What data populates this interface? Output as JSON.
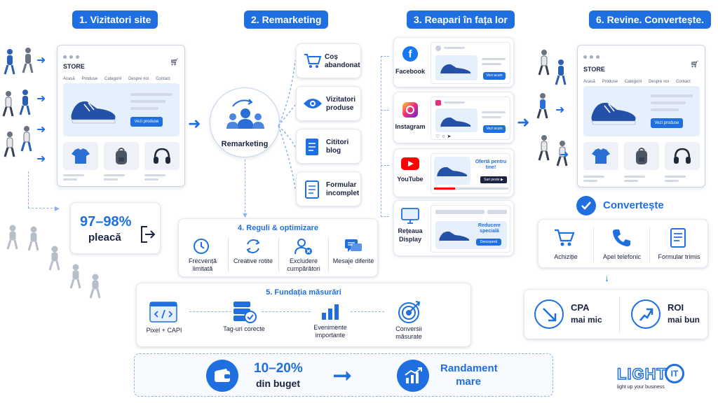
{
  "steps": {
    "s1": "1. Vizitatori site",
    "s2": "2. Remarketing",
    "s3": "3. Reapari în fața lor",
    "s6": "6. Revine. Convertește."
  },
  "store": {
    "name": "STORE",
    "nav": [
      "Acasă",
      "Produse",
      "Categorii",
      "Despre noi",
      "Contact"
    ],
    "cta": "Vezi produse"
  },
  "leave": {
    "percent": "97–98%",
    "text": "pleacă"
  },
  "remarketing": {
    "label": "Remarketing"
  },
  "audiences": [
    {
      "label": "Coș abandonat",
      "icon": "cart-icon"
    },
    {
      "label": "Vizitatori produse",
      "icon": "eye-icon"
    },
    {
      "label": "Cititori blog",
      "icon": "document-icon"
    },
    {
      "label": "Formular incomplet",
      "icon": "form-icon"
    }
  ],
  "channels": [
    {
      "name": "Facebook",
      "cta": "Vezi acum"
    },
    {
      "name": "Instagram",
      "cta": "Vezi acum"
    },
    {
      "name": "YouTube",
      "offer": "Ofertă pentru tine!",
      "cta": "Sari peste ▶"
    },
    {
      "name": "Rețeaua Display",
      "offer": "Reducere specială",
      "cta": "Descoperă"
    }
  ],
  "rules": {
    "title": "4. Reguli & optimizare",
    "items": [
      "Frecvență limitată",
      "Creative rotite",
      "Excludere cumpărători",
      "Mesaje diferite"
    ]
  },
  "measure": {
    "title": "5. Fundația măsurări",
    "items": [
      "Pixel + CAPI",
      "Tag-uri corecte",
      "Evenimente importante",
      "Conversii măsurate"
    ]
  },
  "budget": {
    "percent": "10–20%",
    "text": "din buget",
    "result": "Randament mare"
  },
  "convert": {
    "title": "Convertește",
    "items": [
      "Achiziție",
      "Apel telefonic",
      "Formular trimis"
    ]
  },
  "results": [
    {
      "title": "CPA",
      "sub": "mai mic"
    },
    {
      "title": "ROI",
      "sub": "mai bun"
    }
  ],
  "logo": {
    "text": "LIGHT",
    "mark": "IT",
    "tagline": "light up your business"
  },
  "colors": {
    "accent": "#1f6fe0",
    "text": "#1a2340",
    "muted": "#8e98a8"
  }
}
